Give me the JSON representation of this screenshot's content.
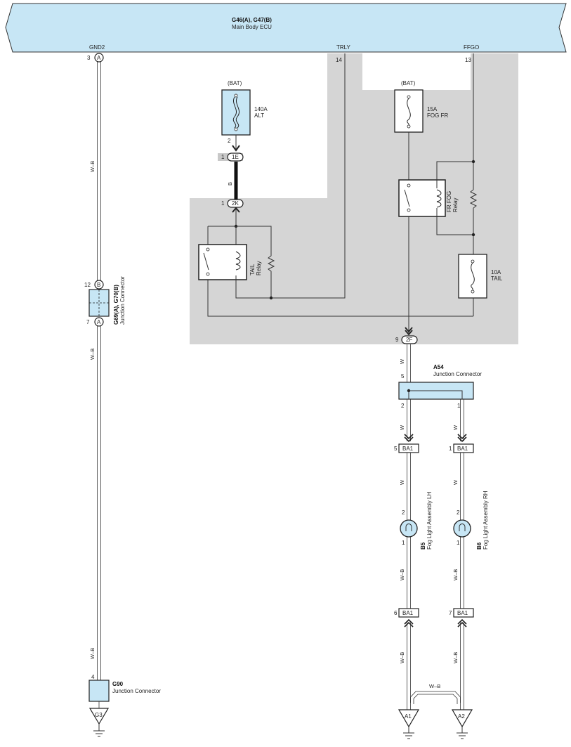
{
  "colors": {
    "ecu_fill": "#c7e6f5",
    "shade": "#d5d5d5",
    "wire": "#333333",
    "component_fill": "#c7e6f5"
  },
  "ecu": {
    "code": "G46(A), G47(B)",
    "name": "Main Body ECU",
    "terminals": {
      "gnd2": "GND2",
      "trly": "TRLY",
      "ffgo": "FFGO"
    },
    "pins": {
      "trly": "14",
      "ffgo": "13"
    }
  },
  "gnd2_conn": {
    "pin": "3",
    "letter": "A"
  },
  "wires": {
    "wb": "W–B",
    "b": "B",
    "w": "W"
  },
  "junction_g69": {
    "code": "G69(A), G70(B)",
    "name": "Junction Connector",
    "top_pin": "12",
    "top_letter": "B",
    "bottom_pin": "7",
    "bottom_letter": "A"
  },
  "g90": {
    "code": "G90",
    "name": "Junction Connector",
    "pin": "4",
    "ground": "G3"
  },
  "fuse_alt": {
    "source": "(BAT)",
    "rating": "140A",
    "name": "ALT",
    "pin": "2"
  },
  "conn_1e": {
    "pin": "1",
    "label": "1E"
  },
  "conn_2k": {
    "pin": "1",
    "label": "2K"
  },
  "tail_relay": {
    "line1": "TAIL",
    "line2": "Relay"
  },
  "fuse_fog": {
    "source": "(BAT)",
    "rating": "15A",
    "name": "FOG FR"
  },
  "fog_relay": {
    "line1": "FR FOG",
    "line2": "Relay"
  },
  "fuse_tail": {
    "rating": "10A",
    "name": "TAIL"
  },
  "conn_2f": {
    "pin": "9",
    "label": "2F"
  },
  "junction_a54": {
    "code": "A54",
    "name": "Junction Connector",
    "in_pin": "5",
    "out_left": "2",
    "out_right": "1"
  },
  "ba1": {
    "label": "BA1",
    "lh_top_pin": "5",
    "rh_top_pin": "1",
    "lh_bottom_pin": "6",
    "rh_bottom_pin": "7"
  },
  "fog_lh": {
    "code": "B5",
    "name": "Fog Light Assembly LH",
    "pin_top": "2",
    "pin_bottom": "1"
  },
  "fog_rh": {
    "code": "B6",
    "name": "Fog Light Assembly RH",
    "pin_top": "2",
    "pin_bottom": "1"
  },
  "grounds": {
    "a1": "A1",
    "a2": "A2"
  }
}
